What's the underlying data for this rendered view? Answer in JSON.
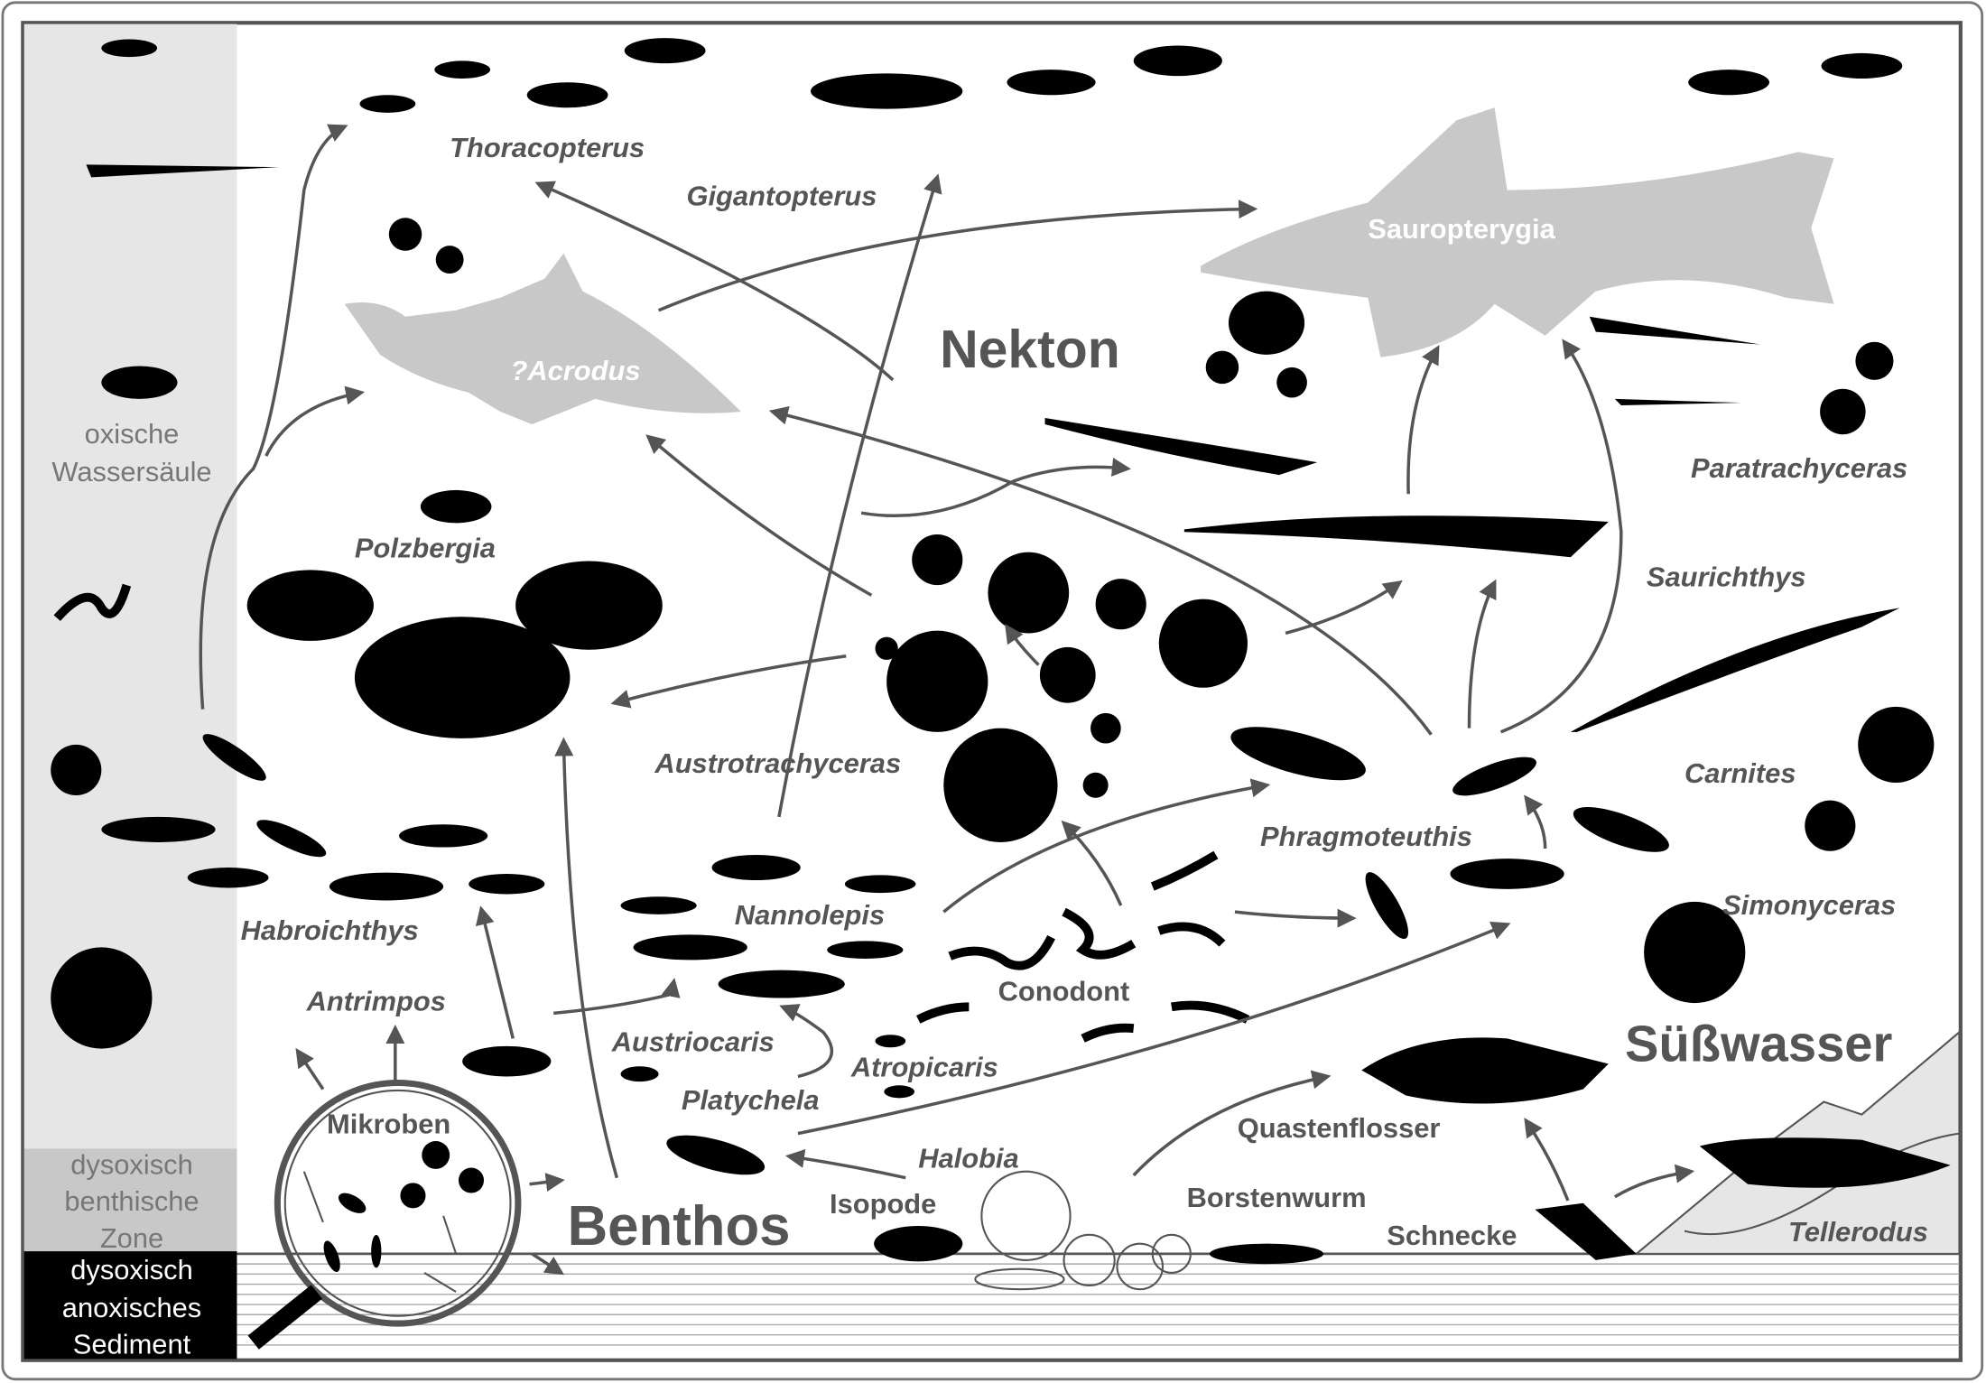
{
  "zones": {
    "oxic": [
      "oxische",
      "Wassersäule"
    ],
    "dysoxic_benthic": [
      "dysoxisch",
      "benthische",
      "Zone"
    ],
    "sediment": [
      "dysoxisch",
      "anoxisches",
      "Sediment"
    ]
  },
  "groups": {
    "nekton": "Nekton",
    "benthos": "Benthos",
    "freshwater": "Süßwasser"
  },
  "taxa": {
    "thoracopterus": "Thoracopterus",
    "gigantopterus": "Gigantopterus",
    "sauropterygia": "Sauropterygia",
    "acrodus": "?Acrodus",
    "paratrachyceras": "Paratrachyceras",
    "polzbergia": "Polzbergia",
    "saurichthys": "Saurichthys",
    "carnites": "Carnites",
    "austrotrachyceras": "Austrotrachyceras",
    "phragmoteuthis": "Phragmoteuthis",
    "habroichthys": "Habroichthys",
    "nannolepis": "Nannolepis",
    "simonyceras": "Simonyceras",
    "antrimpos": "Antrimpos",
    "conodont": "Conodont",
    "austriocaris": "Austriocaris",
    "atropicaris": "Atropicaris",
    "platychela": "Platychela",
    "mikroben": "Mikroben",
    "quastenflosser": "Quastenflosser",
    "halobia": "Halobia",
    "borstenwurm": "Borstenwurm",
    "isopode": "Isopode",
    "schnecke": "Schnecke",
    "tellerodus": "Tellerodus"
  },
  "colors": {
    "text": "#555555",
    "oxic_band": "#e6e6e6",
    "benthic_band": "#c8c8c8",
    "sediment_band": "#000000",
    "ghost": "#c8c8c8"
  }
}
